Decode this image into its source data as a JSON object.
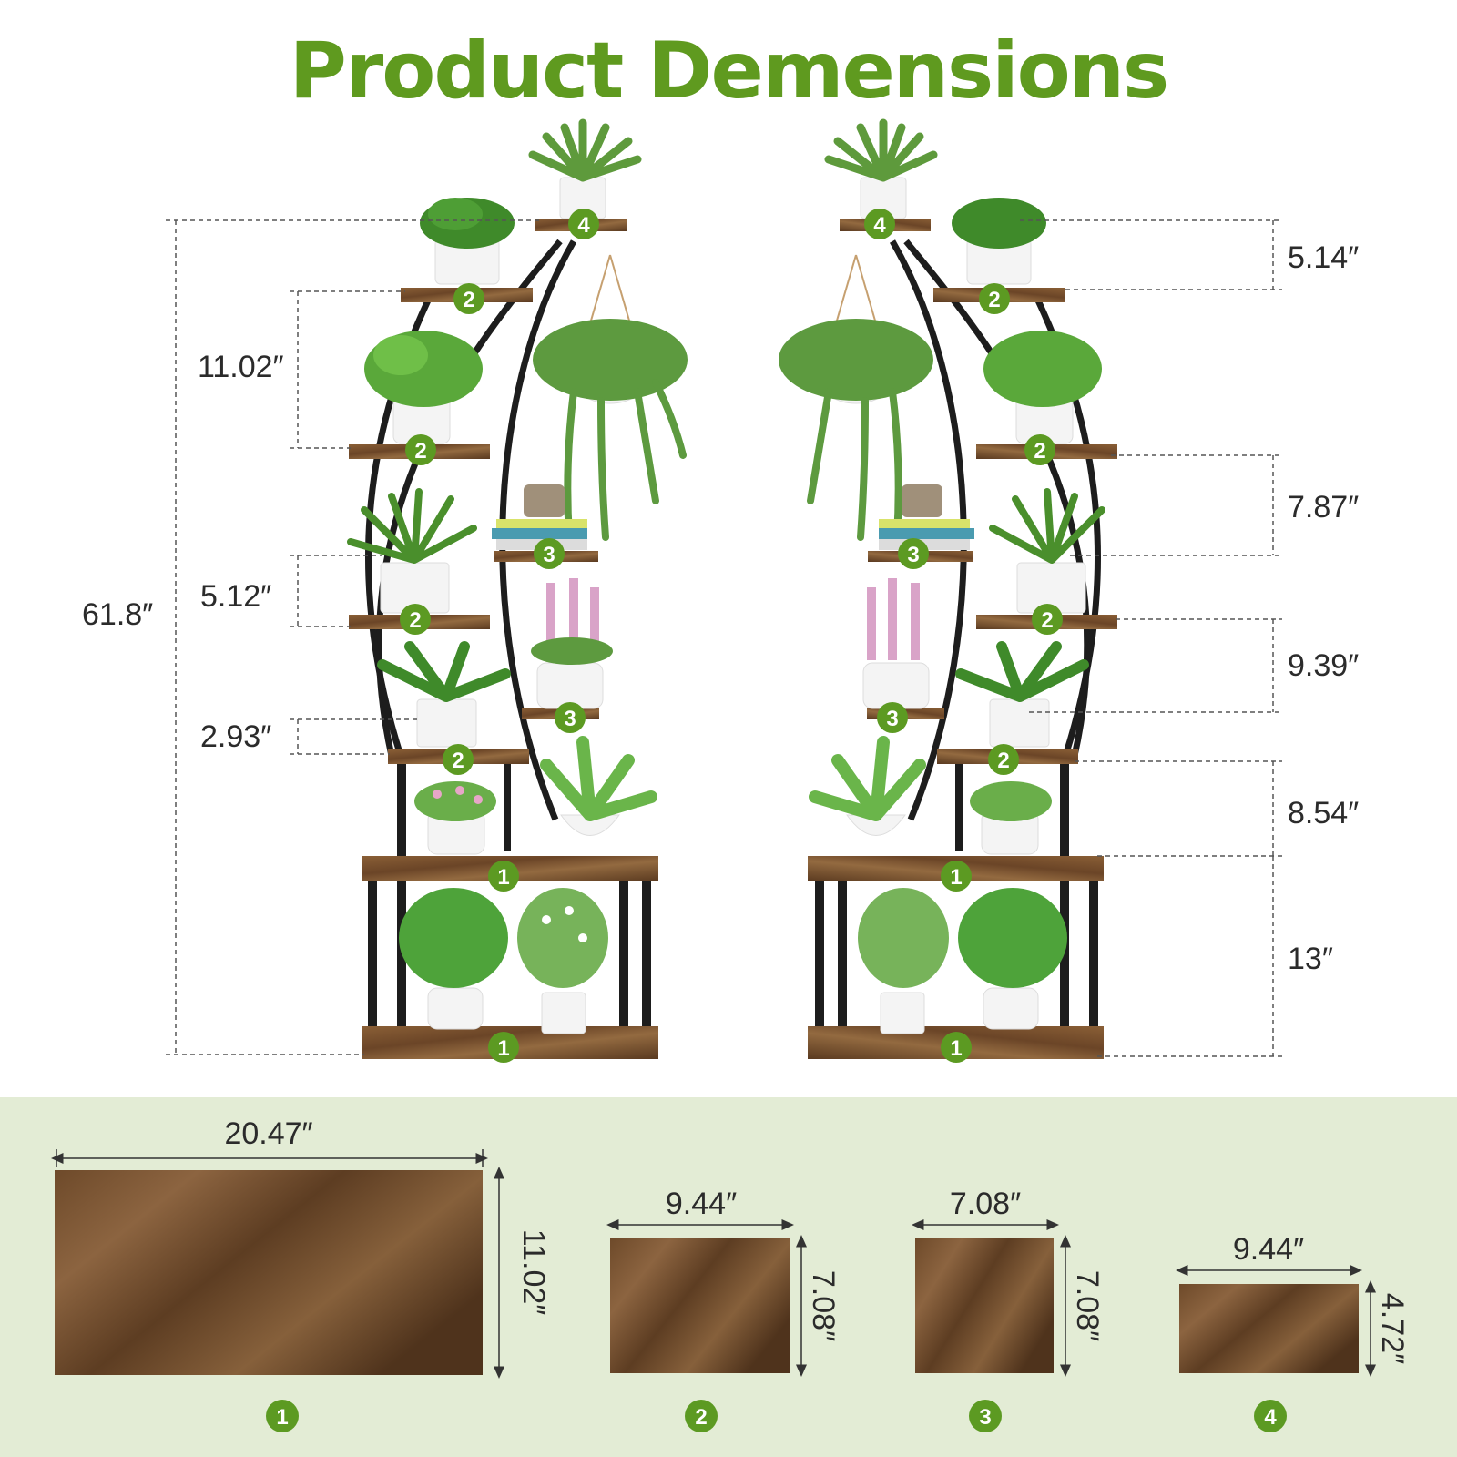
{
  "title": "Product Demensions",
  "colors": {
    "accent_green": "#5f9a1f",
    "badge_green": "#5c9a22",
    "panel_bg": "#e3ecd5",
    "wood": "#7a5330",
    "frame": "#1d1d1d"
  },
  "left_dimensions": {
    "total_height": "61.8″",
    "gap_top": "11.02″",
    "gap_mid": "5.12″",
    "gap_low": "2.93″"
  },
  "right_dimensions": {
    "d1": "5.14″",
    "d2": "7.87″",
    "d3": "9.39″",
    "d4": "8.54″",
    "d5": "13″"
  },
  "badges": {
    "one": "1",
    "two": "2",
    "three": "3",
    "four": "4"
  },
  "shelves": [
    {
      "number": "1",
      "width": "20.47″",
      "depth": "11.02″"
    },
    {
      "number": "2",
      "width": "9.44″",
      "depth": "7.08″"
    },
    {
      "number": "3",
      "width": "7.08″",
      "depth": "7.08″"
    },
    {
      "number": "4",
      "width": "9.44″",
      "depth": "4.72″"
    }
  ]
}
